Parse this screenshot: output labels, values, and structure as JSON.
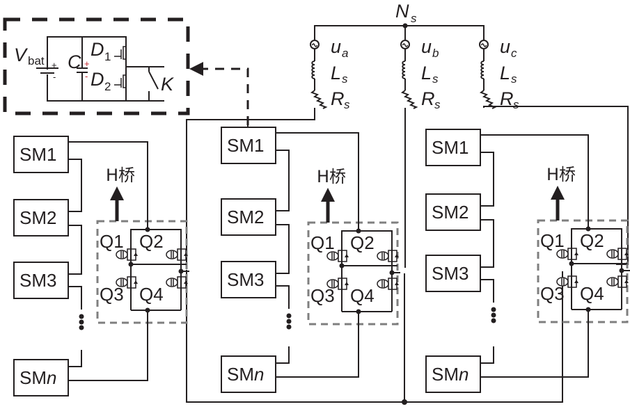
{
  "figure": {
    "neutral_label": "N",
    "neutral_sub": "s",
    "phases": [
      {
        "source": "u",
        "source_sub": "a",
        "inductor": "L",
        "inductor_sub": "s",
        "resistor": "R",
        "resistor_sub": "s"
      },
      {
        "source": "u",
        "source_sub": "b",
        "inductor": "L",
        "inductor_sub": "s",
        "resistor": "R",
        "resistor_sub": "s"
      },
      {
        "source": "u",
        "source_sub": "c",
        "inductor": "L",
        "inductor_sub": "s",
        "resistor": "R",
        "resistor_sub": "s"
      }
    ],
    "submodule_detail": {
      "battery": "V",
      "battery_sub": "bat",
      "capacitor": "C",
      "cap_plus": "+",
      "cap_minus": "-",
      "bat_plus": "+",
      "bat_minus": "-",
      "d1": "D",
      "d1_sub": "1",
      "d2": "D",
      "d2_sub": "2",
      "switch": "K"
    },
    "chain": {
      "sm1": "SM1",
      "sm2": "SM2",
      "sm3": "SM3",
      "smn_prefix": "SM",
      "smn_suffix": "n"
    },
    "hbridge": {
      "label": "H桥",
      "q1": "Q1",
      "q2": "Q2",
      "q3": "Q3",
      "q4": "Q4"
    }
  }
}
